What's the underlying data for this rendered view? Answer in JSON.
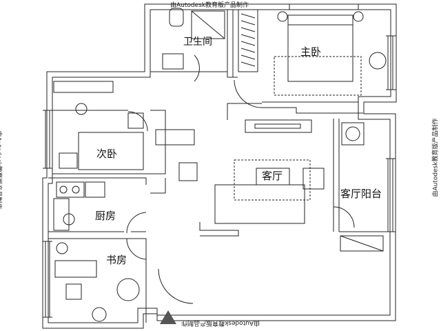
{
  "watermark": "由Autodesk教育版产品制作",
  "rooms": {
    "master_bath": "卫生间",
    "master_bedroom": "主卧",
    "second_bedroom": "次卧",
    "living_room": "客厅",
    "kitchen": "厨房",
    "study": "书房",
    "living_balcony": "客厅阳台"
  }
}
